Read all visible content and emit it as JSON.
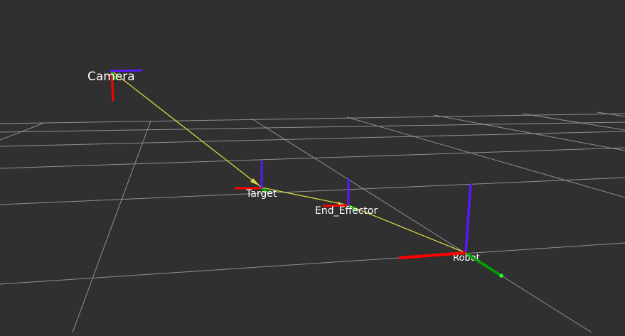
{
  "scene": {
    "background": "#303030",
    "grid_color": "#a0a0a0",
    "tf_line_color": "#d6d645",
    "axis_colors": {
      "x": "#ff0000",
      "y": "#00c000",
      "z": "#5a18ff"
    }
  },
  "frames": [
    {
      "id": "camera",
      "label": "Camera"
    },
    {
      "id": "target",
      "label": "Target"
    },
    {
      "id": "end_effector",
      "label": "End_Effector"
    },
    {
      "id": "robot",
      "label": "Robot"
    }
  ]
}
